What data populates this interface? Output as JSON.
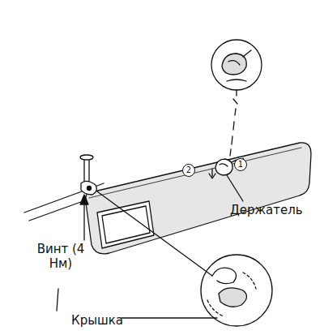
{
  "diagram": {
    "nodes": [
      {
        "text": [
          "1"
        ]
      },
      {
        "text": [
          "2"
        ]
      }
    ],
    "labels": [
      "Держатель",
      "Винт (4 Нм)",
      "Крышка"
    ]
  }
}
